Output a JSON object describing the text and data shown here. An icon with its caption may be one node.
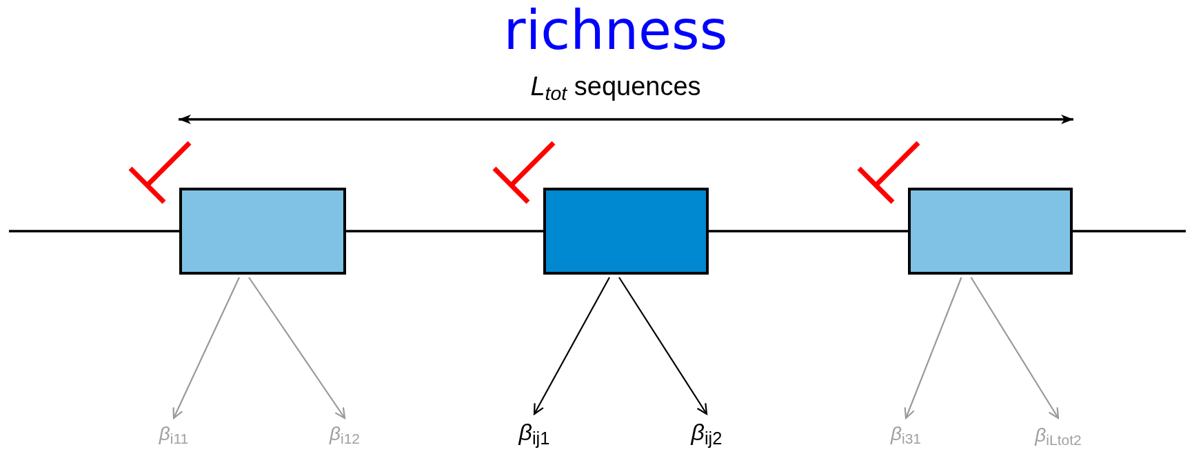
{
  "diagram": {
    "title": "richness",
    "nodes": [
      {
        "text": [],
        "shape": "box"
      },
      {
        "text": [],
        "shape": "box"
      },
      {
        "text": [],
        "shape": "box"
      },
      {
        "text": [
          "*β*$_{i11}$"
        ]
      },
      {
        "text": [
          "*β*$_{i12}$"
        ]
      },
      {
        "text": [
          "*β*$_{ij1}$"
        ]
      },
      {
        "text": [
          "*β*$_{ij2}$"
        ]
      },
      {
        "text": [
          "*β*$_{i31}$"
        ]
      },
      {
        "text": [
          "*β*$_{iLtot2}$"
        ]
      }
    ],
    "edges": [
      {
        "from": null,
        "to": 0,
        "arrow": "none"
      },
      {
        "from": 0,
        "to": 1,
        "arrow": "none"
      },
      {
        "from": 1,
        "to": 2,
        "arrow": "none"
      },
      {
        "from": 2,
        "to": null,
        "arrow": "none"
      },
      {
        "from": 0,
        "to": 3,
        "arrow": "to",
        "color": "#999999"
      },
      {
        "from": 0,
        "to": 4,
        "arrow": "to",
        "color": "#999999"
      },
      {
        "from": 1,
        "to": 5,
        "arrow": "to"
      },
      {
        "from": 1,
        "to": 6,
        "arrow": "to"
      },
      {
        "from": 2,
        "to": 7,
        "arrow": "to",
        "color": "#999999"
      },
      {
        "from": 2,
        "to": 8,
        "arrow": "to",
        "color": "#999999"
      }
    ],
    "labels": [
      "*L*$_{tot}$ sequences"
    ]
  }
}
